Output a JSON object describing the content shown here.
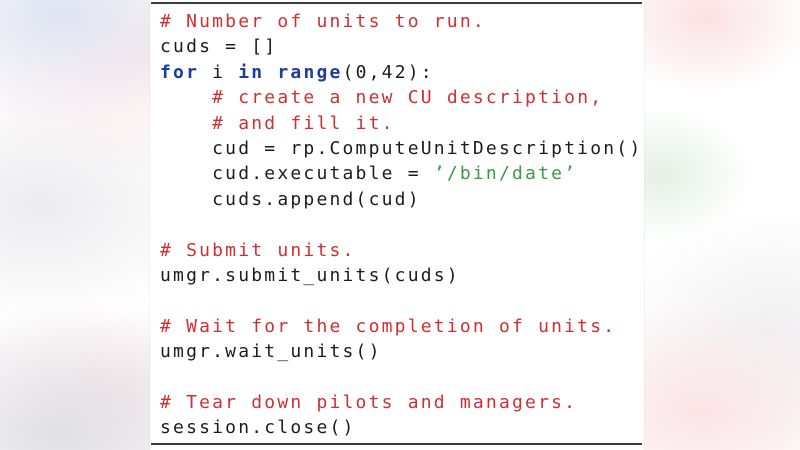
{
  "listing": {
    "colors": {
      "comment": "#d02f31",
      "keyword": "#1d3ba0",
      "string": "#3b9a44",
      "plain": "#1c1c1c",
      "rule": "#3c3c3c",
      "panel_bg": "#ffffff"
    },
    "lines": [
      [
        {
          "c": "comment",
          "t": "# Number of units to run."
        }
      ],
      [
        {
          "c": "plain",
          "t": "cuds = []"
        }
      ],
      [
        {
          "c": "keyword",
          "t": "for"
        },
        {
          "c": "plain",
          "t": " i "
        },
        {
          "c": "keyword",
          "t": "in"
        },
        {
          "c": "plain",
          "t": " "
        },
        {
          "c": "keyword",
          "t": "range"
        },
        {
          "c": "plain",
          "t": "(0,42):"
        }
      ],
      [
        {
          "c": "plain",
          "t": "    "
        },
        {
          "c": "comment",
          "t": "# create a new CU description,"
        }
      ],
      [
        {
          "c": "plain",
          "t": "    "
        },
        {
          "c": "comment",
          "t": "# and fill it."
        }
      ],
      [
        {
          "c": "plain",
          "t": "    cud = rp.ComputeUnitDescription()"
        }
      ],
      [
        {
          "c": "plain",
          "t": "    cud.executable = "
        },
        {
          "c": "string",
          "t": "’/bin/date’"
        }
      ],
      [
        {
          "c": "plain",
          "t": "    cuds.append(cud)"
        }
      ],
      [],
      [
        {
          "c": "comment",
          "t": "# Submit units."
        }
      ],
      [
        {
          "c": "plain",
          "t": "umgr.submit_units(cuds)"
        }
      ],
      [],
      [
        {
          "c": "comment",
          "t": "# Wait for the completion of units."
        }
      ],
      [
        {
          "c": "plain",
          "t": "umgr.wait_units()"
        }
      ],
      [],
      [
        {
          "c": "comment",
          "t": "# Tear down pilots and managers."
        }
      ],
      [
        {
          "c": "plain",
          "t": "session.close()"
        }
      ]
    ]
  }
}
